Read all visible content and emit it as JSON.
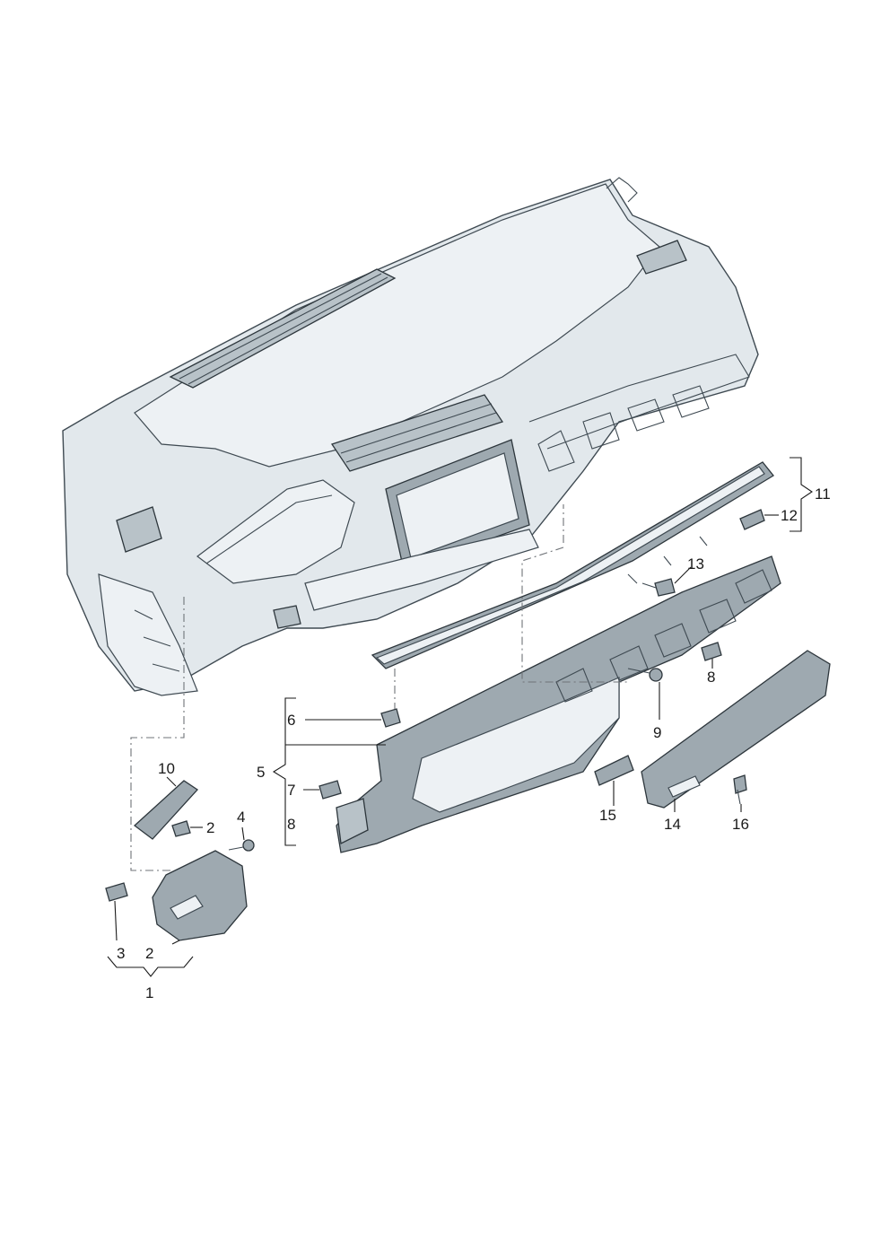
{
  "callouts": {
    "c1": "1",
    "c2a": "2",
    "c2b": "2",
    "c3": "3",
    "c4": "4",
    "c5": "5",
    "c6": "6",
    "c7": "7",
    "c8a": "8",
    "c8b": "8",
    "c9": "9",
    "c10": "10",
    "c11": "11",
    "c12": "12",
    "c13": "13",
    "c14": "14",
    "c15": "15",
    "c16": "16"
  }
}
